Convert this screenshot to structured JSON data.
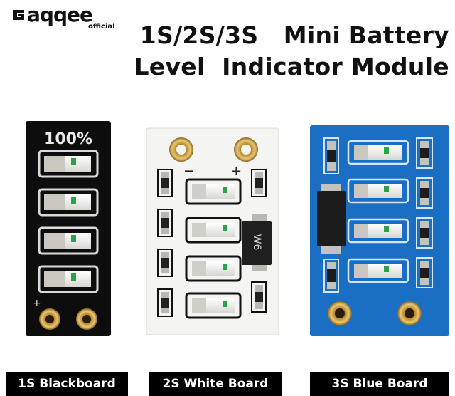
{
  "brand": {
    "name": "aqqee",
    "tag": "official"
  },
  "title": {
    "line1": "1S/2S/3S   Mini Battery",
    "line2": "Level  Indicator Module"
  },
  "boards": {
    "black": {
      "label": "100%",
      "caption": "1S Blackboard",
      "color": "#0d0d0d"
    },
    "white": {
      "minus": "−",
      "plus": "+",
      "chip": "W6",
      "caption": "2S White Board",
      "color": "#f4f4f2"
    },
    "blue": {
      "caption": "3S Blue Board",
      "color": "#1a6ec4"
    }
  }
}
